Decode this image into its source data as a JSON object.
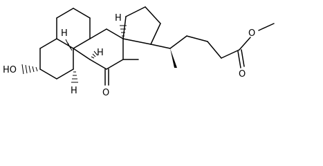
{
  "molecule": {
    "atom_labels": {
      "hydroxyl": "HO",
      "ketone_oxygen": "O",
      "ester_carbonyl_oxygen": "O",
      "ester_ether_oxygen": "O",
      "h5": "H",
      "h8": "H",
      "h9": "H",
      "h14": "H"
    }
  }
}
